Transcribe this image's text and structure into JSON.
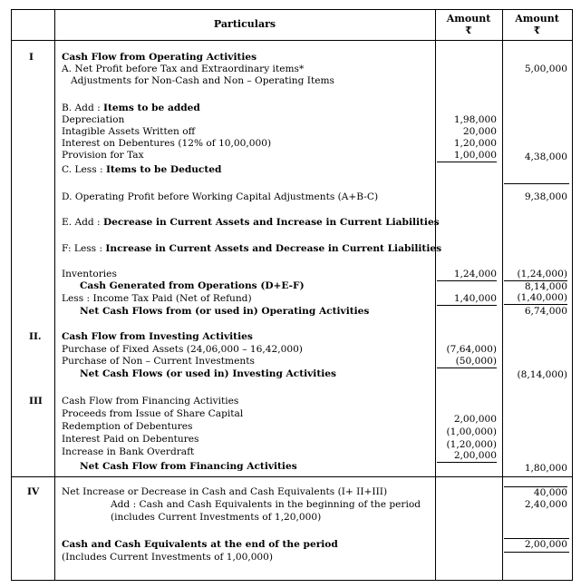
{
  "header": {
    "particulars": "Particulars",
    "amount1": "Amount",
    "amount2": "Amount",
    "rupee1": "₹",
    "rupee2": "₹"
  },
  "sections": {
    "I": "I",
    "II": "II.",
    "III": "III",
    "IV": "IV"
  },
  "operating": {
    "title": "Cash Flow from Operating Activities",
    "a_line": "A. Net Profit before Tax and Extraordinary items*",
    "a_value": "5,00,000",
    "adj": "Adjustments for Non-Cash and Non – Operating Items",
    "b_prefix": "B. Add : ",
    "b_bold": "Items to be added",
    "depreciation": "Depreciation",
    "depreciation_v": "1,98,000",
    "intangible": "Intagible Assets Written off",
    "intangible_v": "20,000",
    "interest": "Interest on Debentures (12% of 10,00,000)",
    "interest_v": "1,20,000",
    "provision": "Provision for Tax",
    "provision_v": "1,00,000",
    "b_total": "4,38,000",
    "c_prefix": "C. Less : ",
    "c_bold": "Items to be Deducted",
    "d_line": "D. Operating Profit before Working Capital Adjustments (A+B-C)",
    "d_total": "9,38,000",
    "e_prefix": "E. Add : ",
    "e_bold": "Decrease in Current Assets and Increase in Current Liabilities",
    "f_prefix": "F: Less : ",
    "f_bold": "Increase in Current Assets and Decrease in Current Liabilities",
    "inventories": "Inventories",
    "inventories_v": "1,24,000",
    "inventories_t": "(1,24,000)",
    "generated": "Cash Generated from Operations (D+E-F)",
    "generated_t": "8,14,000",
    "tax": "Less : Income Tax Paid (Net of Refund)",
    "tax_v": "1,40,000",
    "tax_t": "(1,40,000)",
    "net": "Net Cash Flows from (or used in) Operating Activities",
    "net_t": "6,74,000"
  },
  "investing": {
    "title": "Cash Flow from Investing Activities",
    "fixed": "Purchase of Fixed Assets (24,06,000 – 16,42,000)",
    "fixed_v": "(7,64,000)",
    "noncurrent": "Purchase of Non – Current Investments",
    "noncurrent_v": "(50,000)",
    "net": "Net Cash Flows (or used in) Investing Activities",
    "net_t": "(8,14,000)"
  },
  "financing": {
    "title": "Cash Flow from Financing Activities",
    "share": "Proceeds from Issue of Share Capital",
    "share_v": "2,00,000",
    "redemption": "Redemption of Debentures",
    "redemption_v": "(1,00,000)",
    "interest": "Interest Paid on Debentures",
    "interest_v": "(1,20,000)",
    "overdraft": "Increase in Bank Overdraft",
    "overdraft_v": "2,00,000",
    "net": "Net Cash Flow from Financing Activities",
    "net_t": "1,80,000"
  },
  "summary": {
    "net_change": "Net Increase or Decrease in Cash and Cash Equivalents (I+ II+III)",
    "net_change_t": "40,000",
    "add_begin": "Add : Cash and Cash Equivalents in the beginning of the period",
    "add_begin_t": "2,40,000",
    "includes1": "(includes Current Investments of 1,20,000)",
    "end_title": "Cash and Cash Equivalents at the end of the period",
    "end_t": "2,00,000",
    "includes2": "(Includes Current Investments of 1,00,000)"
  }
}
